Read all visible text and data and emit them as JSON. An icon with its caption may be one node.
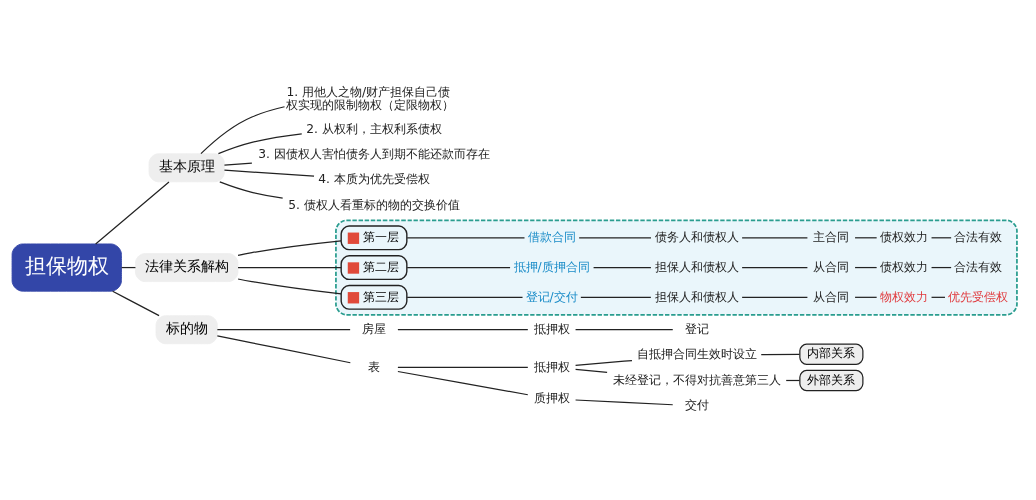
{
  "diagram": {
    "nodes": [
      {
        "text": [
          "担保物权"
        ]
      },
      {
        "text": [
          "基本原理"
        ]
      },
      {
        "text": [
          "1. 用他人之物/财产担保自己债权实现的限制物权（定限物权）"
        ]
      },
      {
        "text": [
          "2. 从权利，主权利系债权"
        ]
      },
      {
        "text": [
          "3. 因债权人害怕债务人到期不能还款而存在"
        ]
      },
      {
        "text": [
          "4. 本质为优先受偿权"
        ]
      },
      {
        "text": [
          "5. 债权人看重标的物的交换价值"
        ]
      },
      {
        "text": [
          "法律关系解构"
        ]
      },
      {
        "text": [],
        "shape": "box"
      },
      {
        "text": [
          "第一层"
        ],
        "in": 8
      },
      {
        "text": [
          "借款合同"
        ],
        "in": 8
      },
      {
        "text": [
          "债务人和债权人"
        ],
        "in": 8
      },
      {
        "text": [
          "主合同"
        ],
        "in": 8
      },
      {
        "text": [
          "债权效力"
        ],
        "in": 8
      },
      {
        "text": [
          "合法有效"
        ],
        "in": 8
      },
      {
        "text": [
          "第二层"
        ],
        "in": 8
      },
      {
        "text": [
          "抵押/质押合同"
        ],
        "in": 8
      },
      {
        "text": [
          "担保人和债权人"
        ],
        "in": 8
      },
      {
        "text": [
          "从合同"
        ],
        "in": 8
      },
      {
        "text": [
          "债权效力"
        ],
        "in": 8
      },
      {
        "text": [
          "合法有效"
        ],
        "in": 8
      },
      {
        "text": [
          "第三层"
        ],
        "in": 8
      },
      {
        "text": [
          "登记/交付"
        ],
        "in": 8
      },
      {
        "text": [
          "担保人和债权人"
        ],
        "in": 8
      },
      {
        "text": [
          "从合同"
        ],
        "in": 8
      },
      {
        "text": [
          "物权效力"
        ],
        "in": 8
      },
      {
        "text": [
          "优先受偿权"
        ],
        "in": 8
      },
      {
        "text": [
          "标的物"
        ]
      },
      {
        "text": [
          "房屋"
        ]
      },
      {
        "text": [
          "抵押权"
        ]
      },
      {
        "text": [
          "登记"
        ]
      },
      {
        "text": [
          "表"
        ]
      },
      {
        "text": [
          "抵押权"
        ]
      },
      {
        "text": [
          "自抵押合同生效时设立"
        ]
      },
      {
        "text": [
          "内部关系"
        ]
      },
      {
        "text": [
          "未经登记，不得对抗善意第三人"
        ]
      },
      {
        "text": [
          "外部关系"
        ]
      },
      {
        "text": [
          "质押权"
        ]
      },
      {
        "text": [
          "交付"
        ]
      }
    ],
    "edges": [
      {
        "from": 0,
        "to": 1,
        "arrow": "none"
      },
      {
        "from": 1,
        "to": 2,
        "arrow": "none"
      },
      {
        "from": 1,
        "to": 3,
        "arrow": "none"
      },
      {
        "from": 1,
        "to": 4,
        "arrow": "none"
      },
      {
        "from": 1,
        "to": 5,
        "arrow": "none"
      },
      {
        "from": 1,
        "to": 6,
        "arrow": "none"
      },
      {
        "from": 0,
        "to": 7,
        "arrow": "none"
      },
      {
        "from": 7,
        "to": 9,
        "arrow": "none"
      },
      {
        "from": 9,
        "to": 10,
        "arrow": "none"
      },
      {
        "from": 10,
        "to": 11,
        "arrow": "none"
      },
      {
        "from": 11,
        "to": 12,
        "arrow": "none"
      },
      {
        "from": 12,
        "to": 13,
        "arrow": "none"
      },
      {
        "from": 13,
        "to": 14,
        "arrow": "none"
      },
      {
        "from": 7,
        "to": 15,
        "arrow": "none"
      },
      {
        "from": 15,
        "to": 16,
        "arrow": "none"
      },
      {
        "from": 16,
        "to": 17,
        "arrow": "none"
      },
      {
        "from": 17,
        "to": 18,
        "arrow": "none"
      },
      {
        "from": 18,
        "to": 19,
        "arrow": "none"
      },
      {
        "from": 19,
        "to": 20,
        "arrow": "none"
      },
      {
        "from": 7,
        "to": 21,
        "arrow": "none"
      },
      {
        "from": 21,
        "to": 22,
        "arrow": "none"
      },
      {
        "from": 22,
        "to": 23,
        "arrow": "none"
      },
      {
        "from": 23,
        "to": 24,
        "arrow": "none"
      },
      {
        "from": 24,
        "to": 25,
        "arrow": "none"
      },
      {
        "from": 25,
        "to": 26,
        "arrow": "none"
      },
      {
        "from": 0,
        "to": 27,
        "arrow": "none"
      },
      {
        "from": 27,
        "to": 28,
        "arrow": "none"
      },
      {
        "from": 28,
        "to": 29,
        "arrow": "none"
      },
      {
        "from": 29,
        "to": 30,
        "arrow": "none"
      },
      {
        "from": 27,
        "to": 31,
        "arrow": "none"
      },
      {
        "from": 31,
        "to": 32,
        "arrow": "none"
      },
      {
        "from": 32,
        "to": 33,
        "arrow": "none"
      },
      {
        "from": 33,
        "to": 34,
        "arrow": "none"
      },
      {
        "from": 32,
        "to": 35,
        "arrow": "none"
      },
      {
        "from": 35,
        "to": 36,
        "arrow": "none"
      },
      {
        "from": 31,
        "to": 37,
        "arrow": "none"
      },
      {
        "from": 37,
        "to": 38,
        "arrow": "none"
      }
    ]
  }
}
